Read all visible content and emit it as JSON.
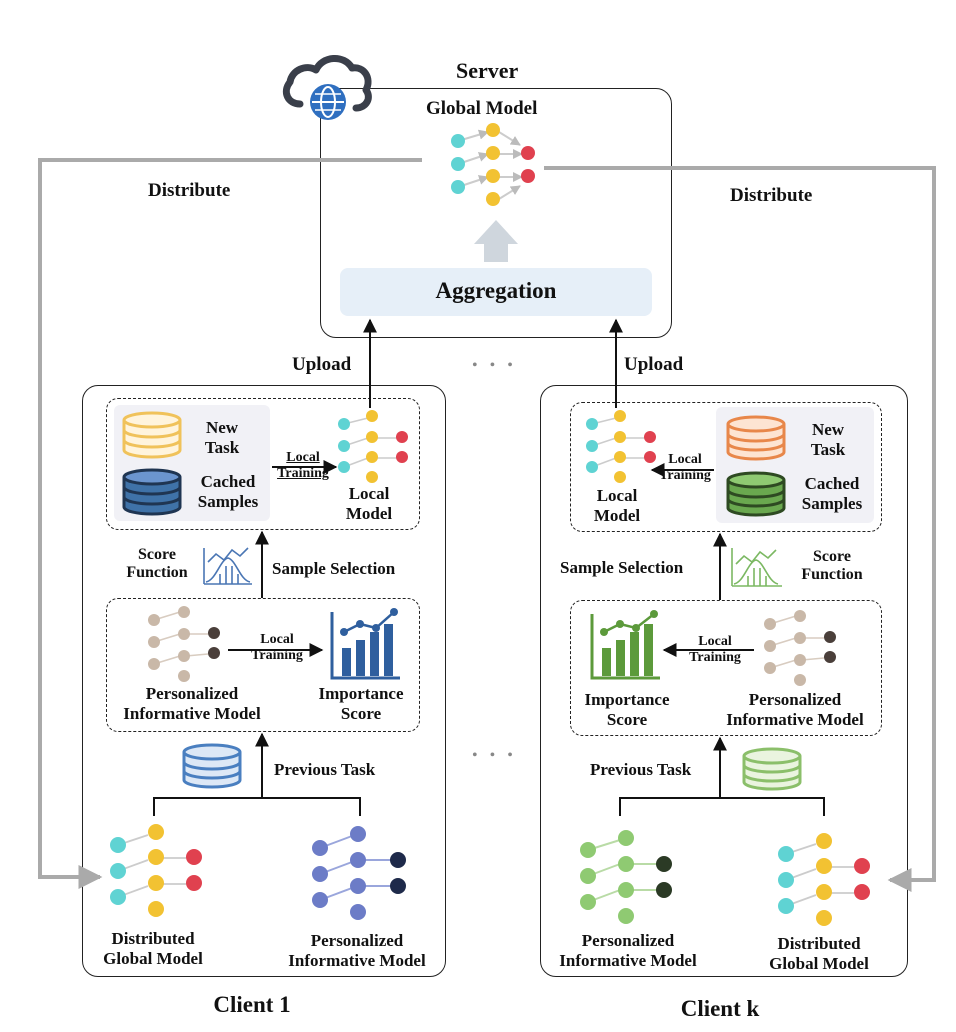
{
  "server": {
    "title": "Server",
    "global_model_label": "Global Model",
    "aggregation_label": "Aggregation"
  },
  "arrows": {
    "distribute_left": "Distribute",
    "distribute_right": "Distribute",
    "upload_left": "Upload",
    "upload_right": "Upload"
  },
  "ellipsis": "• • •",
  "client1": {
    "title": "Client 1",
    "new_task": "New\nTask",
    "cached_samples": "Cached\nSamples",
    "local_training_top": "Local\nTraining",
    "local_model": "Local\nModel",
    "score_function": "Score\nFunction",
    "sample_selection": "Sample Selection",
    "local_training_mid": "Local\nTraining",
    "personalized_model": "Personalized\nInformative Model",
    "importance_score": "Importance\nScore",
    "previous_task": "Previous Task",
    "distributed_global_model": "Distributed\nGlobal Model",
    "personalized_model_bottom": "Personalized\nInformative Model"
  },
  "clientk": {
    "title": "Client k",
    "new_task": "New\nTask",
    "cached_samples": "Cached\nSamples",
    "local_training_top": "Local\nTraining",
    "local_model": "Local\nModel",
    "score_function": "Score\nFunction",
    "sample_selection": "Sample Selection",
    "local_training_mid": "Local\nTraining",
    "personalized_model": "Personalized\nInformative Model",
    "importance_score": "Importance\nScore",
    "previous_task": "Previous Task",
    "distributed_global_model": "Distributed\nGlobal Model",
    "personalized_model_bottom": "Personalized\nInformative Model"
  },
  "colors": {
    "teal": "#5fd3d3",
    "yellow": "#f2c232",
    "red": "#e0414f",
    "aggregation_bg": "#e6eff8",
    "database_orange": "#f0c25a",
    "database_blue_dark": "#3f72a8",
    "database_blue_light": "#6b95cf",
    "database_green": "#6aa84f",
    "database_light_green": "#a7cf86",
    "beige_node": "#c9b8a8",
    "dark_node": "#4a3f3a",
    "purple_node": "#6c7cc7",
    "green_node": "#8fca72",
    "chart_blue": "#2f5f9e",
    "chart_green": "#5c9a3b",
    "arrow_gray": "#aaaaaa"
  },
  "icons": [
    "cloud-globe-icon",
    "database-icon",
    "neural-network-icon",
    "bar-chart-icon",
    "bell-curve-icon"
  ]
}
